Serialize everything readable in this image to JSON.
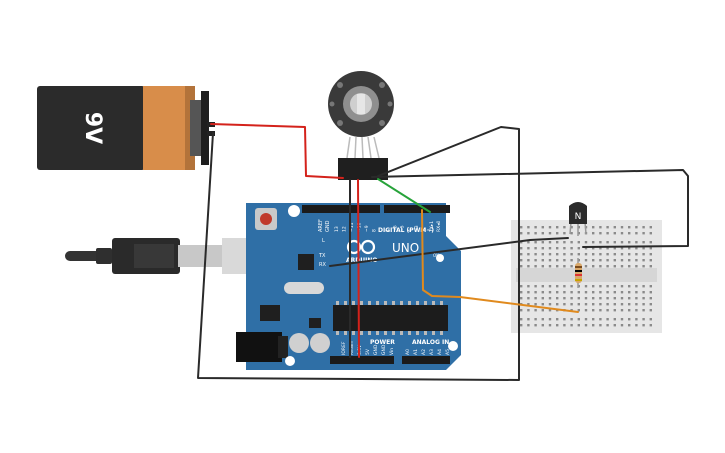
{
  "battery": {
    "label": "9V",
    "color_body": "#2b2b2b",
    "color_band": "#d88d4a"
  },
  "arduino": {
    "logo_text": "UNO",
    "brand_text": "ARDUINO",
    "digital_label": "DIGITAL (PWM~)",
    "power_label": "POWER",
    "analog_label": "ANALOG IN",
    "aref": "AREF",
    "gnd": "GND",
    "tx": "TX",
    "rx": "RX",
    "l_led": "L",
    "on_label": "ON",
    "digital_pins": [
      "13",
      "12",
      "~11",
      "~10",
      "~9",
      "8",
      "7",
      "~6",
      "~5",
      "4",
      "~3",
      "2",
      "TX▸1",
      "RX◂0"
    ],
    "power_pins": [
      "IOREF",
      "RESET",
      "3.3V",
      "5V",
      "GND",
      "GND",
      "Vin"
    ],
    "analog_pins": [
      "A0",
      "A1",
      "A2",
      "A3",
      "A4",
      "A5"
    ],
    "board_color": "#2f6fa6"
  },
  "transistor": {
    "label": "N"
  },
  "wires": {
    "red": "#d4221b",
    "black": "#2a2a2a",
    "green": "#27a33a",
    "orange": "#e08a1e"
  }
}
